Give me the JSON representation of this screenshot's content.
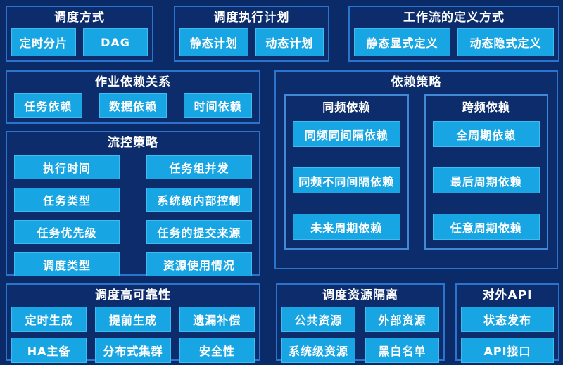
{
  "colors": {
    "background": "#0B2B68",
    "panel_fill": "#0C2C6B",
    "panel_border": "#2B74CE",
    "subpanel_border": "#4189D6",
    "chip_fill": "#18A5E3",
    "chip_border": "#3FBCEE",
    "text": "#FFFFFF"
  },
  "groups": {
    "scheduling_method": {
      "title": "调度方式",
      "items": [
        "定时分片",
        "DAG"
      ]
    },
    "execution_plan": {
      "title": "调度执行计划",
      "items": [
        "静态计划",
        "动态计划"
      ]
    },
    "workflow_definition": {
      "title": "工作流的定义方式",
      "items": [
        "静态显式定义",
        "动态隐式定义"
      ]
    },
    "job_dependency": {
      "title": "作业依赖关系",
      "items": [
        "任务依赖",
        "数据依赖",
        "时间依赖"
      ]
    },
    "flow_control": {
      "title": "流控策略",
      "left_items": [
        "执行时间",
        "任务类型",
        "任务优先级",
        "调度类型"
      ],
      "right_items": [
        "任务组并发",
        "系统级内部控制",
        "任务的提交来源",
        "资源使用情况"
      ]
    },
    "dependency_policy": {
      "title": "依赖策略",
      "subgroups": [
        {
          "title": "同频依赖",
          "items": [
            "同频同间隔依赖",
            "同频不同间隔依赖",
            "未来周期依赖"
          ]
        },
        {
          "title": "跨频依赖",
          "items": [
            "全周期依赖",
            "最后周期依赖",
            "任意周期依赖"
          ]
        }
      ]
    },
    "high_reliability": {
      "title": "调度高可靠性",
      "items": [
        "定时生成",
        "提前生成",
        "遗漏补偿",
        "HA主备",
        "分布式集群",
        "安全性"
      ]
    },
    "resource_isolation": {
      "title": "调度资源隔离",
      "items": [
        "公共资源",
        "外部资源",
        "系统级资源",
        "黑白名单"
      ]
    },
    "external_api": {
      "title": "对外API",
      "items": [
        "状态发布",
        "API接口"
      ]
    }
  }
}
